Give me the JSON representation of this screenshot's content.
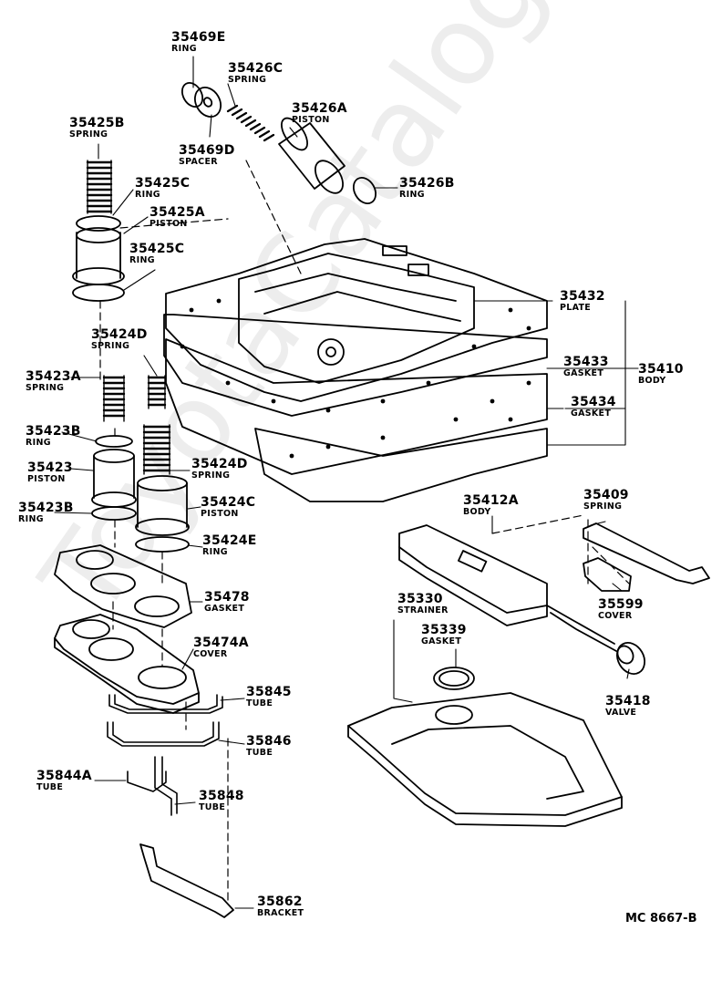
{
  "watermark": "ToyotaCatalogue.ru",
  "drawing_code": "MC 8667-B",
  "parts": [
    {
      "id": "p35469E",
      "number": "35469E",
      "name": "RING"
    },
    {
      "id": "p35426C",
      "number": "35426C",
      "name": "SPRING"
    },
    {
      "id": "p35426A",
      "number": "35426A",
      "name": "PISTON"
    },
    {
      "id": "p35469D",
      "number": "35469D",
      "name": "SPACER"
    },
    {
      "id": "p35426B",
      "number": "35426B",
      "name": "RING"
    },
    {
      "id": "p35425B",
      "number": "35425B",
      "name": "SPRING"
    },
    {
      "id": "p35425C1",
      "number": "35425C",
      "name": "RING"
    },
    {
      "id": "p35425A",
      "number": "35425A",
      "name": "PISTON"
    },
    {
      "id": "p35425C2",
      "number": "35425C",
      "name": "RING"
    },
    {
      "id": "p35424D1",
      "number": "35424D",
      "name": "SPRING"
    },
    {
      "id": "p35423A",
      "number": "35423A",
      "name": "SPRING"
    },
    {
      "id": "p35423B1",
      "number": "35423B",
      "name": "RING"
    },
    {
      "id": "p35423",
      "number": "35423",
      "name": "PISTON"
    },
    {
      "id": "p35424D2",
      "number": "35424D",
      "name": "SPRING"
    },
    {
      "id": "p35423B2",
      "number": "35423B",
      "name": "RING"
    },
    {
      "id": "p35424C",
      "number": "35424C",
      "name": "PISTON"
    },
    {
      "id": "p35424E",
      "number": "35424E",
      "name": "RING"
    },
    {
      "id": "p35478",
      "number": "35478",
      "name": "GASKET"
    },
    {
      "id": "p35474A",
      "number": "35474A",
      "name": "COVER"
    },
    {
      "id": "p35845",
      "number": "35845",
      "name": "TUBE"
    },
    {
      "id": "p35846",
      "number": "35846",
      "name": "TUBE"
    },
    {
      "id": "p35844A",
      "number": "35844A",
      "name": "TUBE"
    },
    {
      "id": "p35848",
      "number": "35848",
      "name": "TUBE"
    },
    {
      "id": "p35862",
      "number": "35862",
      "name": "BRACKET"
    },
    {
      "id": "p35432",
      "number": "35432",
      "name": "PLATE"
    },
    {
      "id": "p35433",
      "number": "35433",
      "name": "GASKET"
    },
    {
      "id": "p35410",
      "number": "35410",
      "name": "BODY"
    },
    {
      "id": "p35434",
      "number": "35434",
      "name": "GASKET"
    },
    {
      "id": "p35412A",
      "number": "35412A",
      "name": "BODY"
    },
    {
      "id": "p35409",
      "number": "35409",
      "name": "SPRING"
    },
    {
      "id": "p35599",
      "number": "35599",
      "name": "COVER"
    },
    {
      "id": "p35330",
      "number": "35330",
      "name": "STRAINER"
    },
    {
      "id": "p35339",
      "number": "35339",
      "name": "GASKET"
    },
    {
      "id": "p35418",
      "number": "35418",
      "name": "VALVE"
    }
  ]
}
